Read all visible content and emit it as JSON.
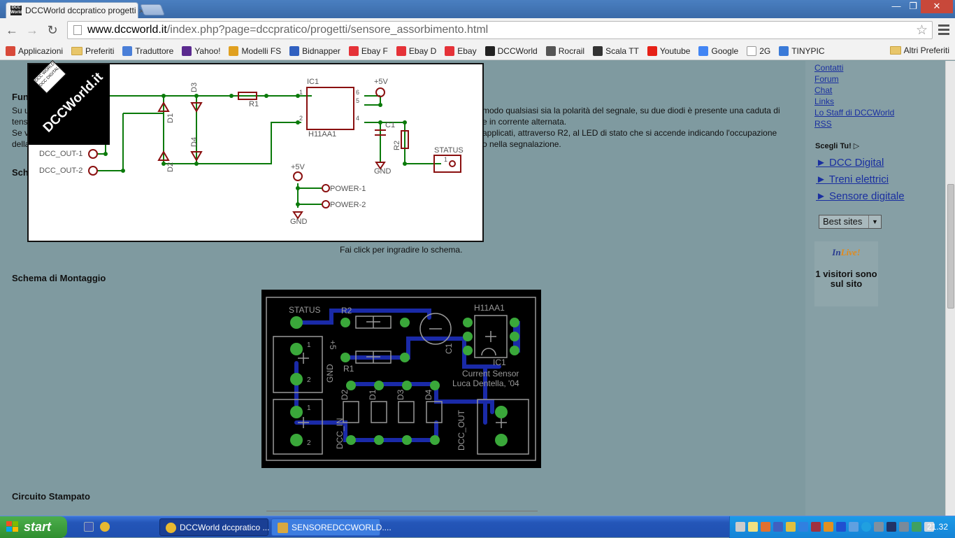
{
  "browser": {
    "tab_title": "DCCWorld dccpratico progetti",
    "tab_close": "×",
    "window_controls": {
      "minimize": "—",
      "maximize": "❐",
      "close": "✕"
    },
    "url_host": "www.dccworld.it",
    "url_path": "/index.php?page=dccpratico/progetti/sensore_assorbimento.html",
    "bookmarks": [
      {
        "label": "Applicazioni",
        "icon": "apps-grid-icon",
        "color": "#d84a3a"
      },
      {
        "label": "Preferiti",
        "icon": "folder-icon",
        "color": "#e8c66a"
      },
      {
        "label": "Traduttore",
        "icon": "translate-icon",
        "color": "#4a7fd8"
      },
      {
        "label": "Yahoo!",
        "icon": "yahoo-icon",
        "color": "#5b2a8f"
      },
      {
        "label": "Modelli FS",
        "icon": "modelli-icon",
        "color": "#e0a020"
      },
      {
        "label": "Bidnapper",
        "icon": "bidnapper-icon",
        "color": "#3060c0"
      },
      {
        "label": "Ebay F",
        "icon": "ebay-icon",
        "color": "#e53238"
      },
      {
        "label": "Ebay D",
        "icon": "ebay-icon",
        "color": "#e53238"
      },
      {
        "label": "Ebay",
        "icon": "ebay-icon",
        "color": "#e53238"
      },
      {
        "label": "DCCWorld",
        "icon": "dccworld-icon",
        "color": "#222222"
      },
      {
        "label": "Rocrail",
        "icon": "rocrail-icon",
        "color": "#555555"
      },
      {
        "label": "Scala TT",
        "icon": "scala-icon",
        "color": "#333333"
      },
      {
        "label": "Youtube",
        "icon": "youtube-icon",
        "color": "#e62117"
      },
      {
        "label": "Google",
        "icon": "google-icon",
        "color": "#4285f4"
      },
      {
        "label": "2G",
        "icon": "page-icon",
        "color": "#ffffff"
      },
      {
        "label": "TINYPIC",
        "icon": "tinypic-icon",
        "color": "#3a7ad8"
      }
    ],
    "other_bookmarks": "Altri Preferiti"
  },
  "content": {
    "section_funzionamento": "Fun",
    "para_lines": [
      "Su u",
      "tens",
      "Se v",
      "della"
    ],
    "para_right_lines": [
      "modo qualsiasi sia la polarità del segnale, su due diodi è presente una caduta di",
      "e in corrente alternata.",
      "applicati, attraverso R2, al LED di stato che si accende indicando l'occupazione",
      "o nella segnalazione."
    ],
    "section_schema": "Sch",
    "logo_text": "DCCWorld.it",
    "logo_badge": "DCC WORLD DCC DIGITAL",
    "schematic_labels": {
      "ic1": "IC1",
      "ic1_part": "H11AA1",
      "vcc1": "+5V",
      "vcc2": "+5V",
      "r1": "R1",
      "r2": "R2",
      "c1": "C1",
      "d1": "D1",
      "d2": "D2",
      "d3": "D3",
      "d4": "D4",
      "gnd1": "GND",
      "gnd2": "GND",
      "status": "STATUS",
      "dcc_out1": "DCC_OUT-1",
      "dcc_out2": "DCC_OUT-2",
      "power1": "POWER-1",
      "power2": "POWER-2",
      "pin1": "1",
      "pin2": "2",
      "pin4": "4",
      "pin5": "5",
      "pin6": "6",
      "status_pin": "1"
    },
    "caption": "Fai click per ingradire lo schema.",
    "section_montaggio": "Schema di Montaggio",
    "pcb_labels": {
      "status": "STATUS",
      "r2": "R2",
      "r1": "R1",
      "h11aa1": "H11AA1",
      "ic1": "IC1",
      "c1": "C1",
      "plus5": "+5",
      "gnd": "GND",
      "title1": "Current Sensor",
      "title2": "Luca Dentella, '04",
      "d1": "D1",
      "d2": "D2",
      "d3": "D3",
      "d4": "D4",
      "dcc_in": "DCC_IN",
      "dcc_out": "DCC_OUT",
      "one": "1",
      "two": "2"
    },
    "section_circuito": "Circuito Stampato"
  },
  "sidebar": {
    "links": [
      "Contatti",
      "Forum",
      "Chat",
      "Links",
      "Lo Staff di DCCWorld",
      "RSS"
    ],
    "choose_label": "Scegli Tu! ▷",
    "big_links": [
      "► DCC Digital",
      "► Treni elettrici",
      "► Sensore digitale"
    ],
    "select_value": "Best sites",
    "inlive_in": "In",
    "inlive_live": "Live!",
    "visitors": "1 visitori sono sul sito"
  },
  "taskbar": {
    "start_label": "start",
    "tasks": [
      {
        "label": "DCCWorld dccpratico ...",
        "icon": "chrome-icon",
        "color": "#e8b830"
      },
      {
        "label": "SENSOREDCCWORLD....",
        "icon": "document-icon",
        "color": "#d8a840"
      }
    ],
    "clock": "21.32"
  },
  "colors": {
    "page_bg": "#7f9aa0",
    "schematic_wire": "#0a7a0a",
    "schematic_part": "#8a1010",
    "link": "#1a2fa0",
    "taskbar": "#2456b8",
    "start": "#3a9a3a"
  }
}
